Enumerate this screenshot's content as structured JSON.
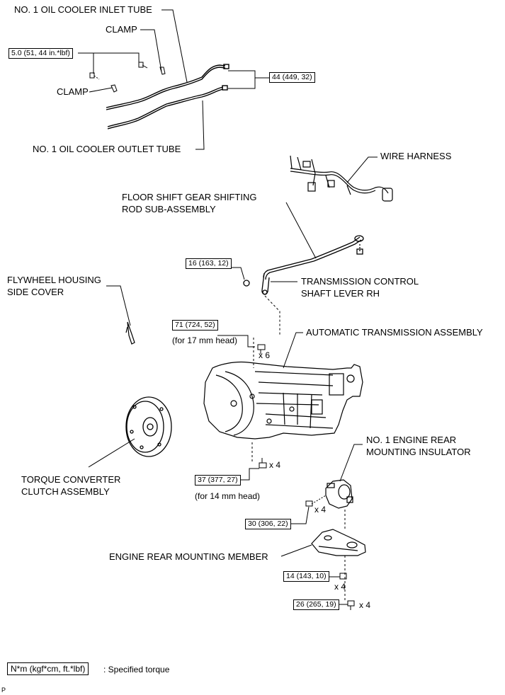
{
  "labels": {
    "oil_cooler_inlet_tube": "NO. 1 OIL COOLER INLET TUBE",
    "clamp_upper": "CLAMP",
    "clamp_lower": "CLAMP",
    "oil_cooler_outlet_tube": "NO. 1 OIL COOLER OUTLET TUBE",
    "wire_harness": "WIRE HARNESS",
    "floor_shift_rod": "FLOOR SHIFT GEAR SHIFTING\nROD SUB-ASSEMBLY",
    "transmission_control_lever": "TRANSMISSION CONTROL\nSHAFT LEVER RH",
    "flywheel_side_cover": "FLYWHEEL HOUSING\nSIDE COVER",
    "automatic_transmission": "AUTOMATIC TRANSMISSION ASSEMBLY",
    "engine_rear_mounting_insulator": "NO. 1 ENGINE REAR\nMOUNTING INSULATOR",
    "torque_converter": "TORQUE CONVERTER\nCLUTCH ASSEMBLY",
    "engine_rear_mounting_member": "ENGINE REAR MOUNTING MEMBER"
  },
  "torques": {
    "clamp_bolt": "5.0 (51, 44 in.*lbf)",
    "tube_union": "44 (449, 32)",
    "lever_nut": "16 (163, 12)",
    "upper_bolt": "71 (724, 52)",
    "lower_bolt": "37 (377, 27)",
    "insulator_bolt": "30 (306, 22)",
    "member_nut": "14 (143, 10)",
    "member_bolt": "26 (265, 19)"
  },
  "notes": {
    "for_17mm": "(for 17 mm head)",
    "for_14mm": "(for 14 mm head)"
  },
  "quantities": {
    "upper_bolt": "x 6",
    "lower_bolt": "x 4",
    "insulator_bolt": "x 4",
    "member_nut": "x 4",
    "member_bolt": "x 4"
  },
  "legend": {
    "unit_box": "N*m (kgf*cm, ft.*lbf)",
    "description": ": Specified torque"
  },
  "corner_mark": "P"
}
